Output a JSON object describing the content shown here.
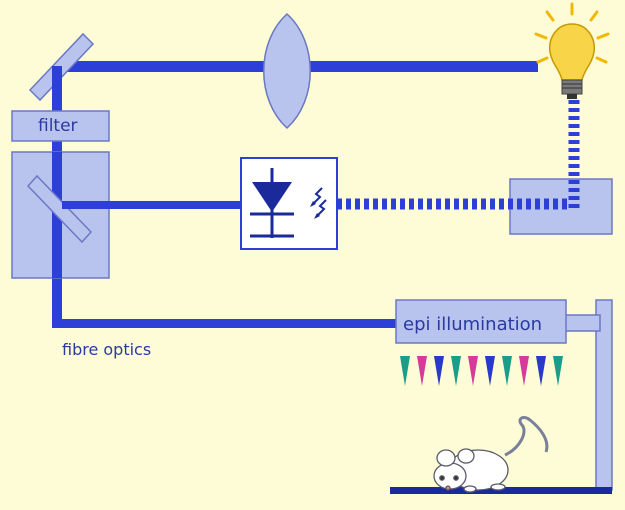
{
  "labels": {
    "filter": "filter",
    "fibre_optics": "fibre optics",
    "epi_illumination": "epi illumination"
  },
  "components": {
    "lens": "lens-icon",
    "lamp": "light-bulb-icon",
    "detector": "photodiode-icon",
    "subject": "mouse-illustration"
  },
  "colors": {
    "background": "#fdfcd6",
    "beam": "#2d3fd6",
    "box_fill": "#b9c4ee",
    "box_stroke": "#6b78c4",
    "led_colors": [
      "#1a9e8a",
      "#d63a9a",
      "#2a3ac8"
    ]
  }
}
